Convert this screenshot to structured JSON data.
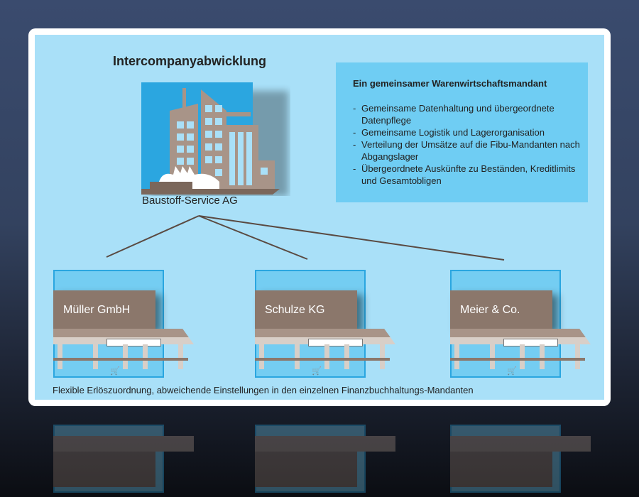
{
  "title": "Intercompanyabwicklung",
  "headquarters": {
    "name": "Baustoff-Service AG",
    "icon": "building-icon"
  },
  "info": {
    "heading": "Ein gemeinsamer Warenwirtschaftsmandant",
    "items": [
      "Gemeinsame Datenhaltung und übergeordnete Datenpflege",
      "Gemeinsame Logistik und Lagerorganisation",
      "Verteilung der Umsätze auf die Fibu-Mandanten nach Abgangslager",
      "Übergeordnete Auskünfte zu Beständen, Kreditlimits und Gesamtobligen"
    ]
  },
  "shops": [
    {
      "name": "Müller GmbH"
    },
    {
      "name": "Schulze KG"
    },
    {
      "name": "Meier & Co."
    }
  ],
  "footer": "Flexible Erlöszuordnung, abweichende Einstellungen in den einzelnen Finanzbuchhaltungs-Mandanten",
  "colors": {
    "panel": "#a9e0f8",
    "infobox": "#6fcdf3",
    "building": "#a89488"
  }
}
